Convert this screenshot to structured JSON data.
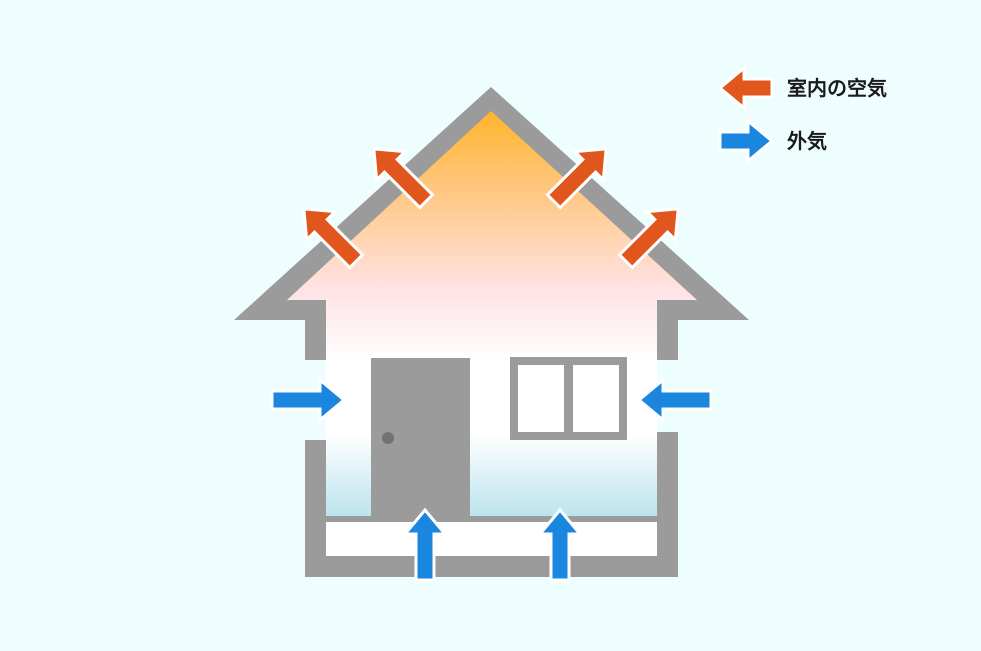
{
  "legend": {
    "indoor_air_label": "室内の空気",
    "outdoor_air_label": "外気"
  },
  "colors": {
    "background": "#eefefe",
    "wall": "#9b9b9b",
    "indoor_arrow": "#e0561d",
    "outdoor_arrow": "#1a86e0",
    "attic_gradient_top": "#ffb42a",
    "room_gradient_mid": "#ffeef2",
    "floor_gradient_bottom": "#bde4ee"
  },
  "arrows": {
    "indoor_air_count": 4,
    "outdoor_air_count": 4
  }
}
